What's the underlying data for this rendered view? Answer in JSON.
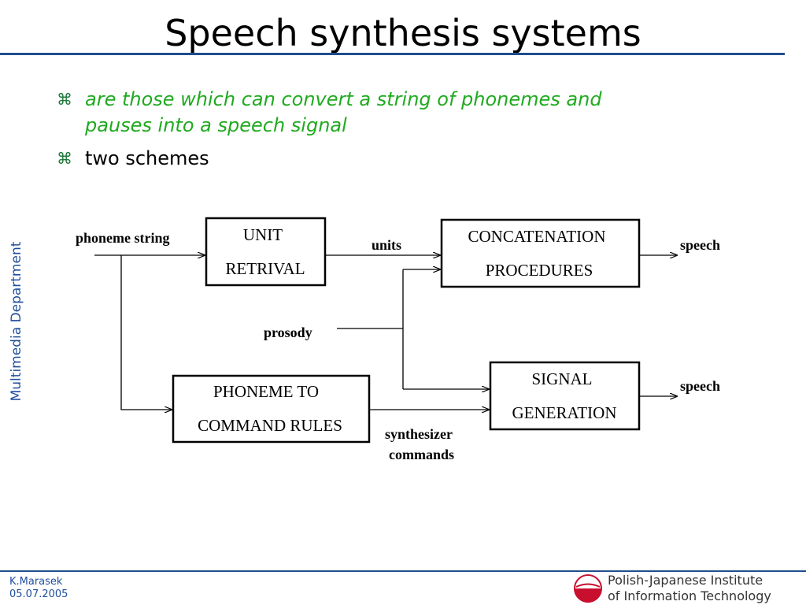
{
  "slide": {
    "title": "Speech synthesis systems",
    "bullets": [
      {
        "symbol": "⌘",
        "lines": [
          "are those which can convert a string of phonemes and",
          "pauses into a speech signal"
        ]
      },
      {
        "symbol": "⌘",
        "lines": [
          "two schemes"
        ]
      }
    ],
    "side_label": "Multimedia Department",
    "footer": {
      "author": "K.Marasek",
      "date": "05.07.2005",
      "institute_line1": "Polish-Japanese Institute",
      "institute_line2": "of Information Technology"
    },
    "colors": {
      "accent": "#1f4e8c",
      "bullet_text": "#1faa1f",
      "logo_red": "#c8102e"
    }
  },
  "diagram": {
    "boxes": {
      "unit_retrival": [
        "UNIT",
        "RETRIVAL"
      ],
      "concatenation": [
        "CONCATENATION",
        "PROCEDURES"
      ],
      "phoneme_rules": [
        "PHONEME TO",
        "COMMAND RULES"
      ],
      "signal_generation": [
        "SIGNAL",
        "GENERATION"
      ]
    },
    "labels": {
      "phoneme_string": "phoneme string",
      "units": "units",
      "speech_top": "speech",
      "prosody": "prosody",
      "speech_bottom": "speech",
      "synth_line1": "synthesizer",
      "synth_line2": "commands"
    }
  }
}
